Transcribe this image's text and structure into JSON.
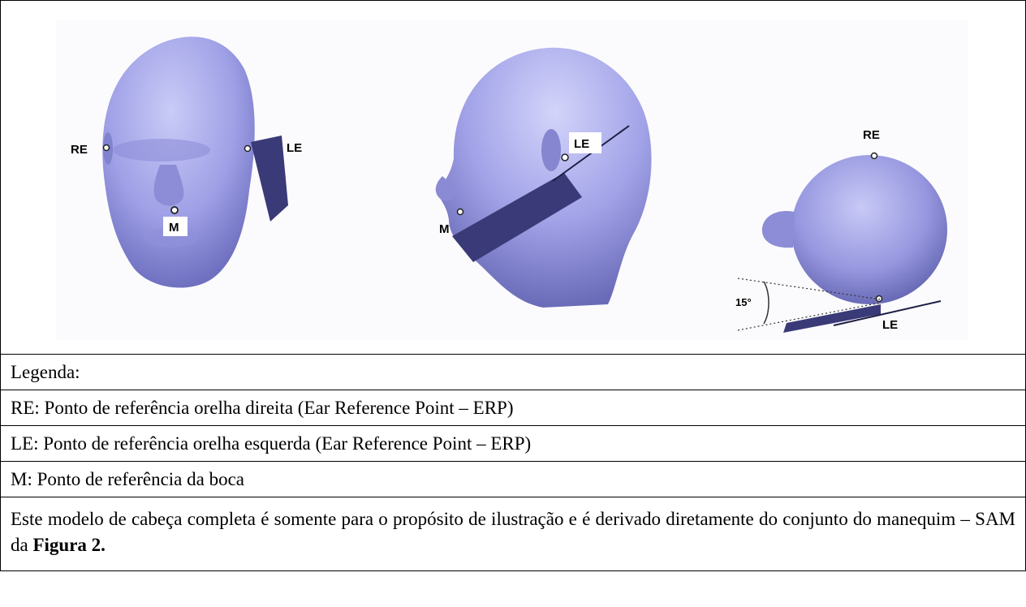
{
  "figure": {
    "labels": {
      "re": "RE",
      "le": "LE",
      "m": "M",
      "angle": "15°"
    }
  },
  "legend": {
    "title": "Legenda:",
    "items": [
      "RE: Ponto de referência orelha direita (Ear Reference Point – ERP)",
      "LE: Ponto de referência orelha esquerda (Ear Reference Point – ERP)",
      "M: Ponto de referência da boca"
    ],
    "note_text": "Este modelo de cabeça completa é somente para o propósito de ilustração e é derivado diretamente do conjunto do manequim – SAM da ",
    "note_bold": "Figura 2."
  },
  "colors": {
    "head": "#9fa0e6",
    "head_shadow": "#6f70c0",
    "phone": "#3a3a78"
  }
}
